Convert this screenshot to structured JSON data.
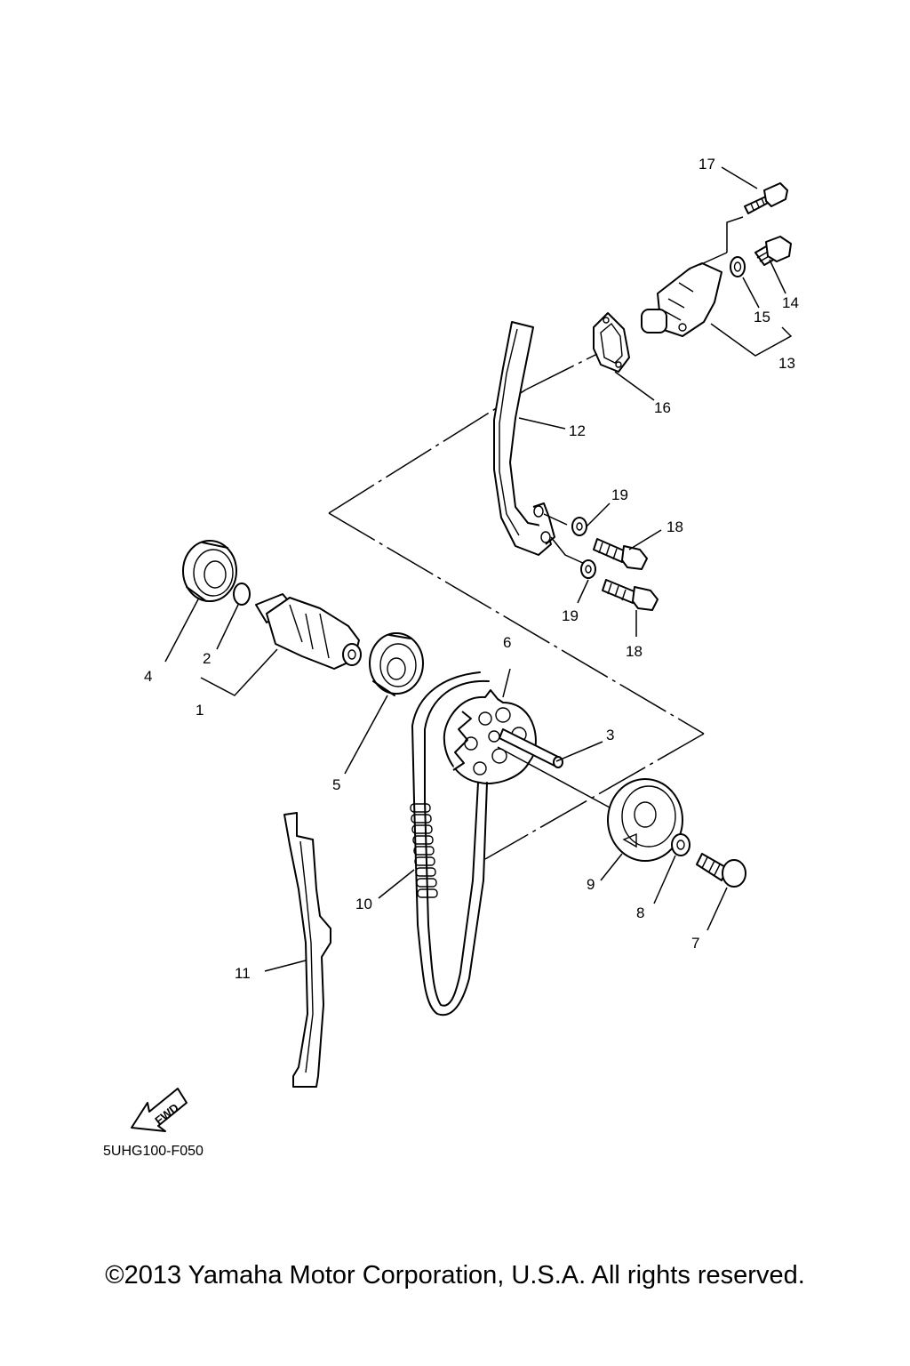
{
  "callouts": {
    "c1": "1",
    "c2": "2",
    "c3": "3",
    "c4": "4",
    "c5": "5",
    "c6": "6",
    "c7": "7",
    "c8": "8",
    "c9": "9",
    "c10": "10",
    "c11": "11",
    "c12": "12",
    "c13": "13",
    "c14": "14",
    "c15": "15",
    "c16": "16",
    "c17": "17",
    "c18a": "18",
    "c18b": "18",
    "c19a": "19",
    "c19b": "19"
  },
  "fwd_label": "FWD",
  "diagram_code": "5UHG100-F050",
  "copyright": "©2013 Yamaha Motor Corporation, U.S.A. All rights reserved."
}
